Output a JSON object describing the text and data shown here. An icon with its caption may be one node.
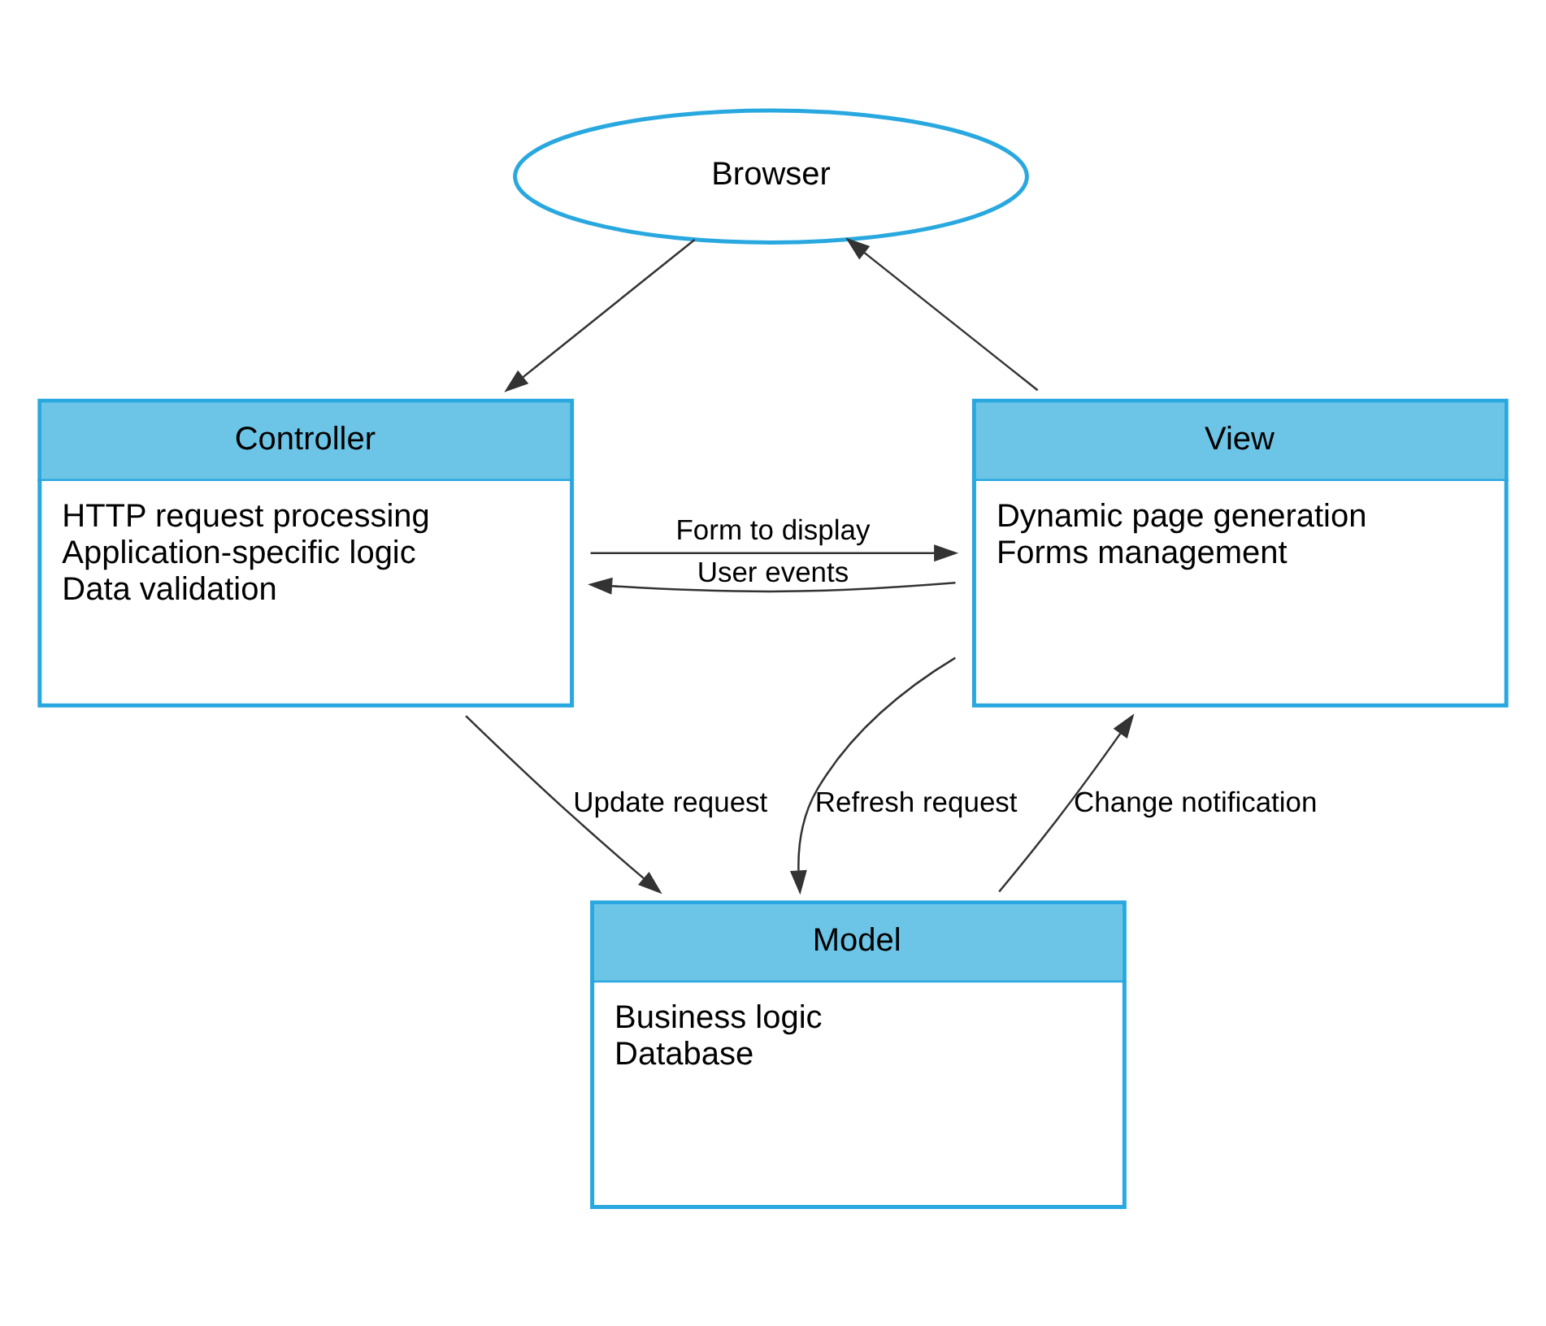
{
  "diagram": {
    "nodes": [
      {
        "text": [
          "Browser"
        ]
      },
      {
        "text": [
          "Controller",
          "HTTP request processing",
          "Application-specific logic",
          "Data validation"
        ]
      },
      {
        "text": [
          "View",
          "Dynamic page generation",
          "Forms management"
        ]
      },
      {
        "text": [
          "Model",
          "Business logic",
          "Database"
        ]
      }
    ],
    "edges": [
      {
        "from": 0,
        "to": 1,
        "arrow": "to"
      },
      {
        "from": 2,
        "to": 0,
        "arrow": "to"
      },
      {
        "from": 1,
        "to": 2,
        "arrow": "to",
        "label": "Form to display"
      },
      {
        "from": 2,
        "to": 1,
        "arrow": "to",
        "label": "User events"
      },
      {
        "from": 3,
        "to": 2,
        "arrow": "to",
        "label": "Change notification"
      },
      {
        "from": 1,
        "to": 3,
        "arrow": "to",
        "label": "Update request"
      },
      {
        "from": 2,
        "to": 3,
        "arrow": "to",
        "label": "Refresh request"
      }
    ]
  }
}
